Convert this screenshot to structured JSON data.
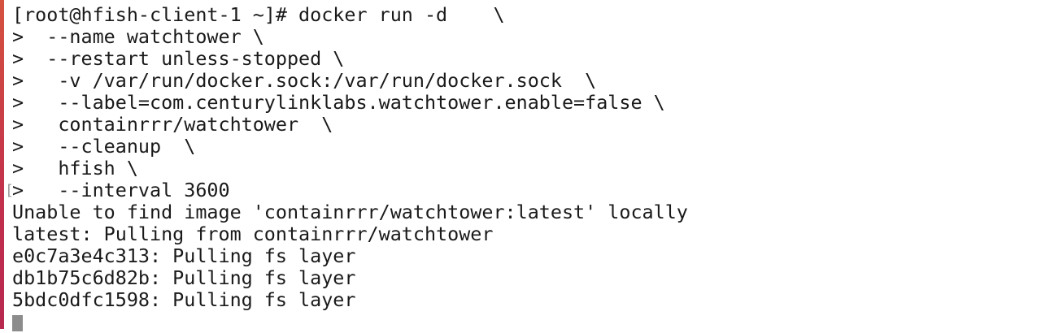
{
  "terminal": {
    "lines": [
      "[root@hfish-client-1 ~]# docker run -d    \\",
      ">  --name watchtower \\",
      ">  --restart unless-stopped \\",
      ">   -v /var/run/docker.sock:/var/run/docker.sock  \\",
      ">   --label=com.centurylinklabs.watchtower.enable=false \\",
      ">   containrrr/watchtower  \\",
      ">   --cleanup  \\",
      ">   hfish \\",
      ">   --interval 3600",
      "Unable to find image 'containrrr/watchtower:latest' locally",
      "latest: Pulling from containrrr/watchtower",
      "e0c7a3e4c313: Pulling fs layer",
      "db1b75c6d82b: Pulling fs layer",
      "5bdc0dfc1598: Pulling fs layer"
    ],
    "mark_label": "["
  }
}
